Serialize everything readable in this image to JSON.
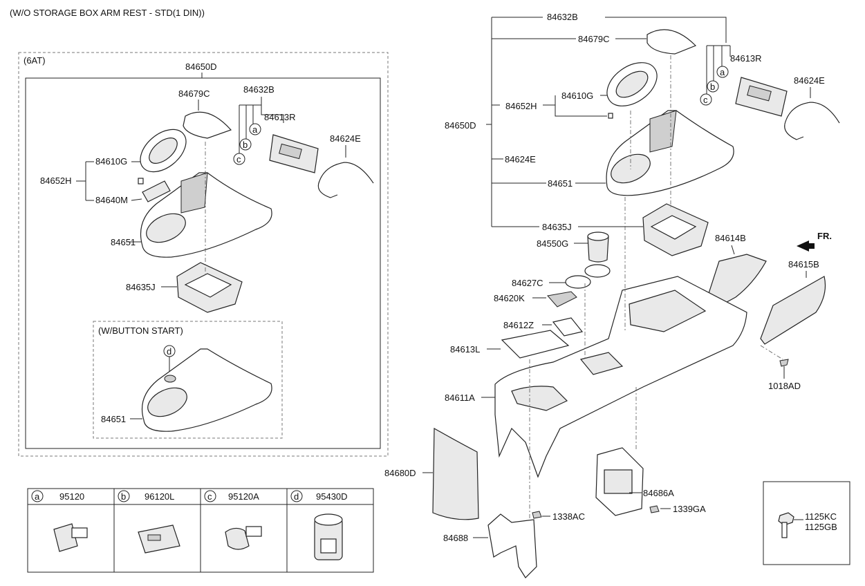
{
  "header": {
    "title": "(W/O STORAGE BOX ARM REST - STD(1 DIN))"
  },
  "inset_6at": {
    "label": "(6AT)",
    "assembly": "84650D",
    "parts": {
      "p84679C": "84679C",
      "p84632B": "84632B",
      "p84613R": "84613R",
      "p84624E": "84624E",
      "p84610G": "84610G",
      "p84652H": "84652H",
      "p84640M": "84640M",
      "p84651": "84651",
      "p84635J": "84635J"
    },
    "callouts": [
      "a",
      "b",
      "c"
    ],
    "button_start": {
      "label": "(W/BUTTON START)",
      "callout": "d",
      "part": "84651"
    }
  },
  "main": {
    "parts": {
      "p84632B": "84632B",
      "p84679C": "84679C",
      "p84613R": "84613R",
      "p84624E_top": "84624E",
      "p84610G": "84610G",
      "p84652H": "84652H",
      "p84650D": "84650D",
      "p84624E_left": "84624E",
      "p84651": "84651",
      "p84635J": "84635J",
      "p84550G": "84550G",
      "p84614B": "84614B",
      "p84615B": "84615B",
      "p84627C": "84627C",
      "p84620K": "84620K",
      "p84612Z": "84612Z",
      "p84613L": "84613L",
      "p1018AD": "1018AD",
      "p84611A": "84611A",
      "p84680D": "84680D",
      "p84686A": "84686A",
      "p1338AC": "1338AC",
      "p1339GA": "1339GA",
      "p84688": "84688"
    },
    "callouts": [
      "a",
      "b",
      "c"
    ],
    "fr_label": "FR."
  },
  "legend": [
    {
      "key": "a",
      "part": "95120"
    },
    {
      "key": "b",
      "part": "96120L"
    },
    {
      "key": "c",
      "part": "95120A"
    },
    {
      "key": "d",
      "part": "95430D"
    }
  ],
  "fastener_box": {
    "part1": "1125KC",
    "part2": "1125GB"
  }
}
